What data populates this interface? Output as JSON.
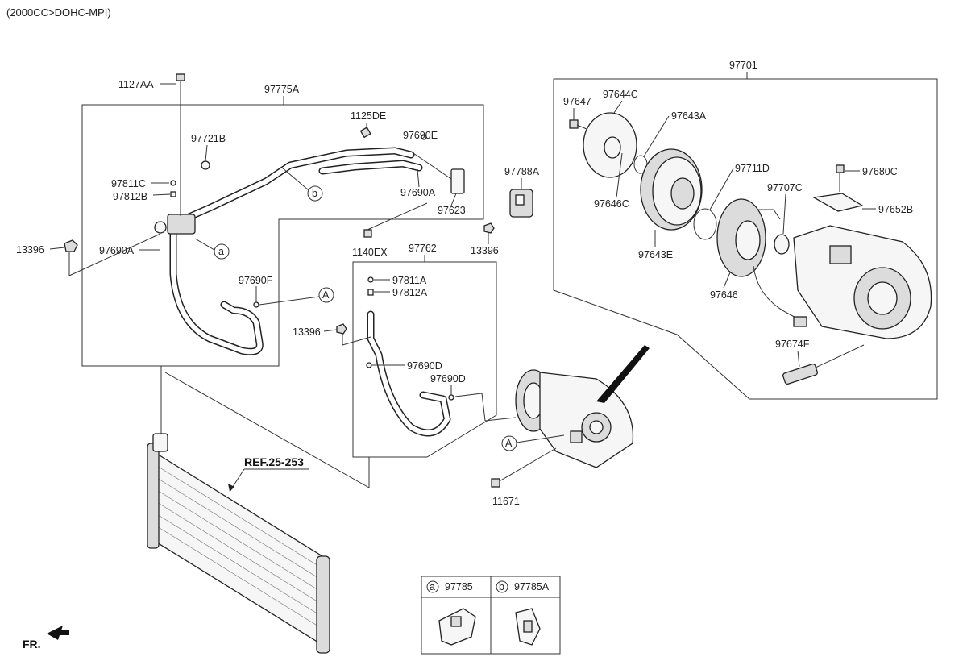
{
  "header": {
    "engine_spec": "(2000CC>DOHC-MPI)"
  },
  "groups": {
    "hose_assembly": "97775A",
    "compressor_assembly": "97701",
    "liquid_line": "97762"
  },
  "labels": {
    "p1127AA": "1127AA",
    "p97721B": "97721B",
    "p97811C": "97811C",
    "p97812B": "97812B",
    "p13396_left": "13396",
    "p97690A_left": "97690A",
    "p1125DE": "1125DE",
    "p97690E": "97690E",
    "p97690A_right": "97690A",
    "p97623": "97623",
    "p1140EX": "1140EX",
    "p97690F": "97690F",
    "p97788A": "97788A",
    "p13396_mid": "13396",
    "p97811A": "97811A",
    "p97812A": "97812A",
    "p13396_lower": "13396",
    "p97690D_1": "97690D",
    "p97690D_2": "97690D",
    "p11671": "11671",
    "p97647": "97647",
    "p97644C": "97644C",
    "p97643A": "97643A",
    "p97646C": "97646C",
    "p97643E": "97643E",
    "p97711D": "97711D",
    "p97707C": "97707C",
    "p97646": "97646",
    "p97680C": "97680C",
    "p97652B": "97652B",
    "p97674F": "97674F"
  },
  "callouts": {
    "a": "a",
    "b": "b",
    "A": "A"
  },
  "reference": "REF.25-253",
  "legend": {
    "a_key": "a",
    "a_part": "97785",
    "b_key": "b",
    "b_part": "97785A"
  },
  "orientation": "FR."
}
